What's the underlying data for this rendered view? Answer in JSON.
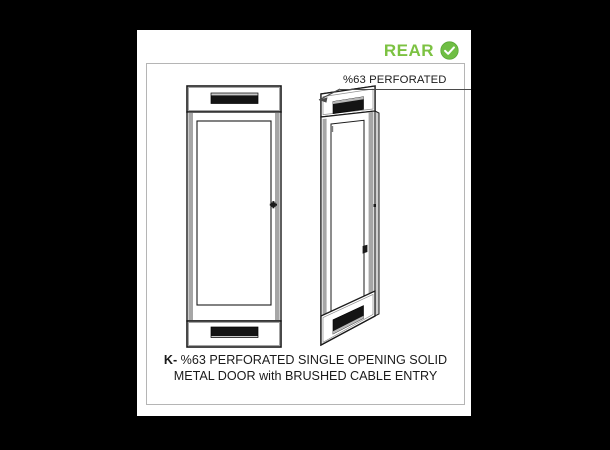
{
  "background_color": "#000000",
  "card": {
    "background_color": "#ffffff",
    "border_color": "#b5b5b5"
  },
  "header": {
    "label": "REAR",
    "label_color": "#7cc242",
    "status_icon": "check-circle-icon",
    "status_icon_color": "#6fbe44"
  },
  "drawing": {
    "callout": {
      "text": "%63 PERFORATED",
      "leader_icon": "arrow-leader-line"
    },
    "views": [
      {
        "name": "front-elevation-view",
        "parts": [
          "top-panel-with-brush-cable-entry",
          "perforated-door-panel",
          "door-lock-handle",
          "bottom-panel-with-brush-cable-entry"
        ]
      },
      {
        "name": "perspective-view",
        "parts": [
          "top-panel-with-brush-cable-entry",
          "perforated-door-panel",
          "door-lock-handle",
          "bottom-panel-with-brush-cable-entry"
        ]
      }
    ],
    "line_color": "#1b1b1b",
    "rail_color": "#9a9a9a",
    "brush_color": "#111111"
  },
  "caption": {
    "code": "K-",
    "line1": " %63 PERFORATED SINGLE OPENING SOLID",
    "line2": "METAL DOOR with BRUSHED CABLE ENTRY"
  }
}
